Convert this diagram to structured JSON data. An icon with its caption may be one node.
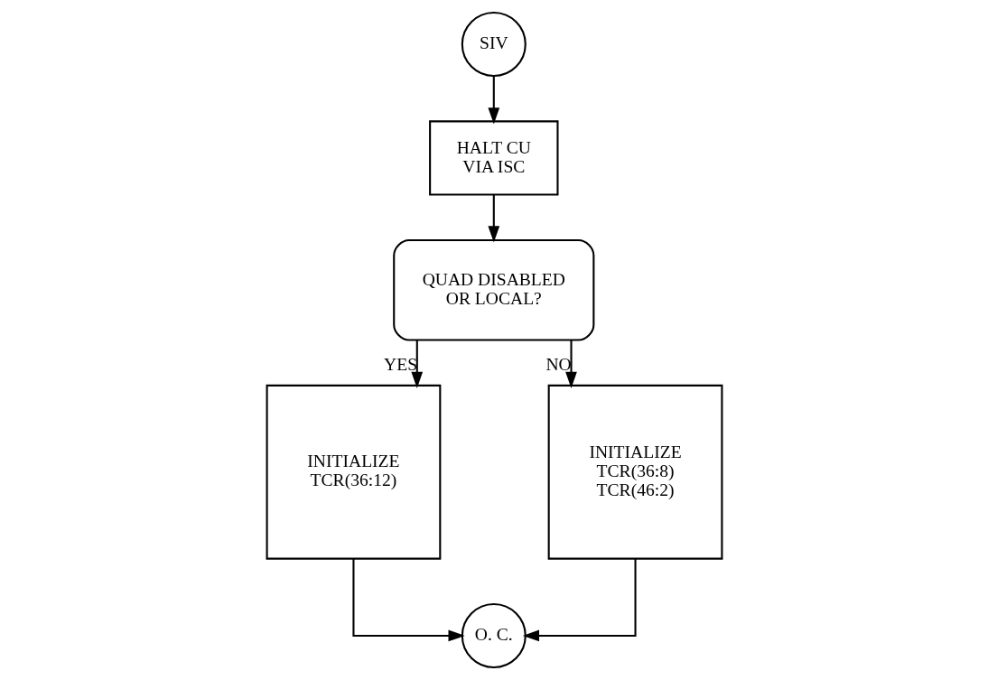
{
  "diagram": {
    "nodes": [
      {
        "text": [
          "SIV"
        ]
      },
      {
        "text": [
          "HALT CU VIA ISC"
        ]
      },
      {
        "text": [
          "QUAD DISABLED OR LOCAL?"
        ]
      },
      {
        "text": [
          "INITIALIZE TCR(36:12)"
        ]
      },
      {
        "text": [
          "INITIALIZE TCR(36:8) TCR(46:2)"
        ]
      },
      {
        "text": [
          "O. C."
        ]
      }
    ],
    "edges": [
      {
        "from": 0,
        "to": 1,
        "arrow": "to"
      },
      {
        "from": 1,
        "to": 2,
        "arrow": "to"
      },
      {
        "from": 2,
        "to": 3,
        "arrow": "to",
        "label": "YES"
      },
      {
        "from": 2,
        "to": 4,
        "arrow": "to",
        "label": "NO"
      },
      {
        "from": 3,
        "to": 5,
        "arrow": "to"
      },
      {
        "from": 4,
        "to": 5,
        "arrow": "to"
      }
    ]
  }
}
